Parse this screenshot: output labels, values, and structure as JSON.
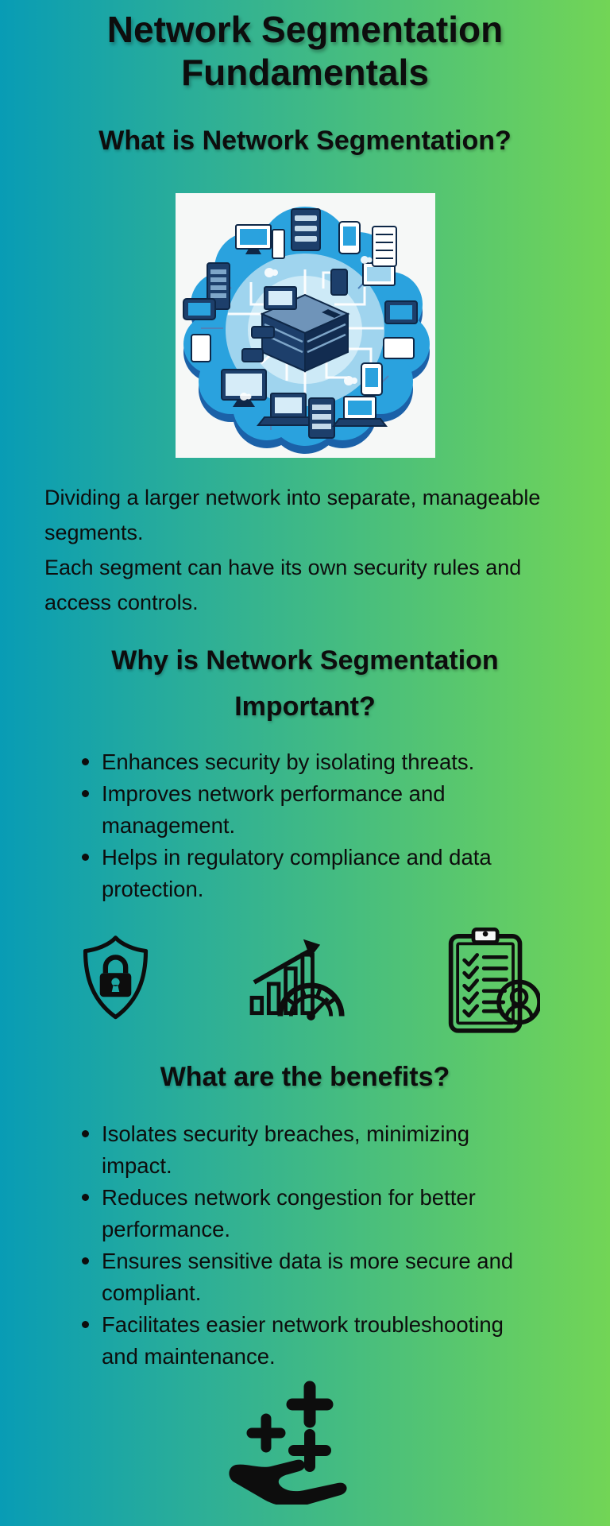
{
  "page": {
    "title": "Network Segmentation Fundamentals",
    "background": {
      "gradient_left": "#089cb5",
      "gradient_right": "#72d556"
    },
    "text_color": "#0d0d0d"
  },
  "sections": {
    "what": {
      "heading": "What is Network Segmentation?",
      "illustration": "network-cloud-devices-illustration",
      "illustration_colors": {
        "panel": "#f6f8f7",
        "cloud": "#2aa2de",
        "cloud_shadow": "#1b61a8",
        "inner_glow": "#cdeaf7",
        "device_navy": "#1d3f6b",
        "outline_navy": "#0e2747"
      },
      "paragraphs": [
        "Dividing a larger network into separate, manageable segments.",
        "Each segment can have its own security rules and access controls."
      ]
    },
    "why": {
      "heading": "Why is Network Segmentation Important?",
      "bullets": [
        "Enhances security by isolating threats.",
        "Improves network performance and management.",
        "Helps in regulatory compliance and data protection."
      ],
      "icons": [
        "shield-lock-icon",
        "performance-gauge-icon",
        "compliance-checklist-icon"
      ]
    },
    "benefits": {
      "heading": "What are the benefits?",
      "bullets": [
        "Isolates security breaches, minimizing impact.",
        "Reduces network congestion for better performance.",
        "Ensures sensitive data is more secure and compliant.",
        "Facilitates easier network troubleshooting and maintenance."
      ],
      "footer_icon": "hand-benefits-icon"
    }
  }
}
